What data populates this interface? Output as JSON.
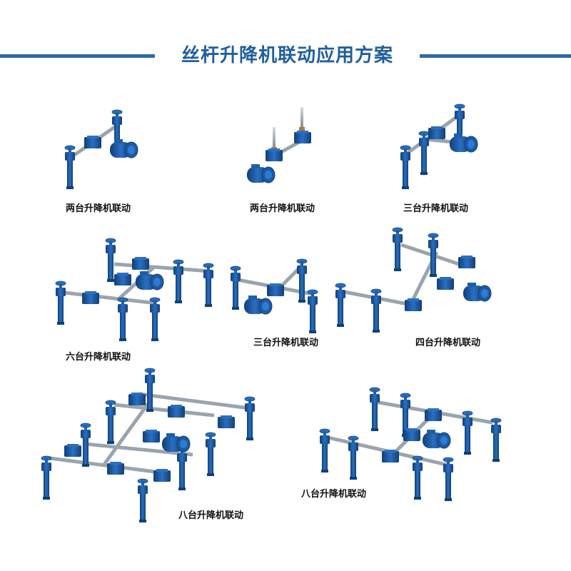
{
  "title": "丝杆升降机联动应用方案",
  "colors": {
    "accent": "#2f6aa6",
    "jack_blue": "#1f5ea8",
    "shaft_gray": "#9aa4ad"
  },
  "captions": {
    "two_a": "两台升降机联动",
    "two_b": "两台升降机联动",
    "three_a": "三台升降机联动",
    "six": "六台升降机联动",
    "three_b": "三台升降机联动",
    "four": "四台升降机联动",
    "eight_a": "八台升降机联动",
    "eight_b": "八台升降机联动"
  }
}
